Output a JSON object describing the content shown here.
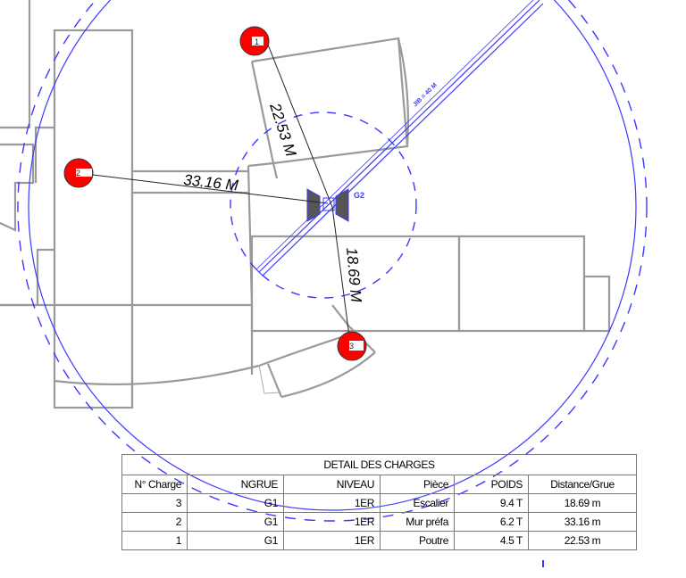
{
  "drawing": {
    "crane": {
      "label": "G2",
      "jib_label": "JIB = 40 M",
      "color": "#3a3aff"
    },
    "loads": [
      {
        "id": "1",
        "distance_label": "22.53 M"
      },
      {
        "id": "2",
        "distance_label": "33.16 M"
      },
      {
        "id": "3",
        "distance_label": "18.69 M"
      }
    ],
    "colors": {
      "walls": "#9a9a9a",
      "marker": "#ff0000",
      "radius": "#3a3aff"
    }
  },
  "table": {
    "title": "DETAIL DES CHARGES",
    "columns": [
      "N° Charge",
      "NGRUE",
      "NIVEAU",
      "Pièce",
      "POIDS",
      "Distance/Grue"
    ],
    "rows": [
      [
        "3",
        "G1",
        "1ER",
        "Escalier",
        "9.4 T",
        "18.69 m"
      ],
      [
        "2",
        "G1",
        "1ER",
        "Mur préfa",
        "6.2 T",
        "33.16 m"
      ],
      [
        "1",
        "G1",
        "1ER",
        "Poutre",
        "4.5 T",
        "22.53 m"
      ]
    ]
  }
}
